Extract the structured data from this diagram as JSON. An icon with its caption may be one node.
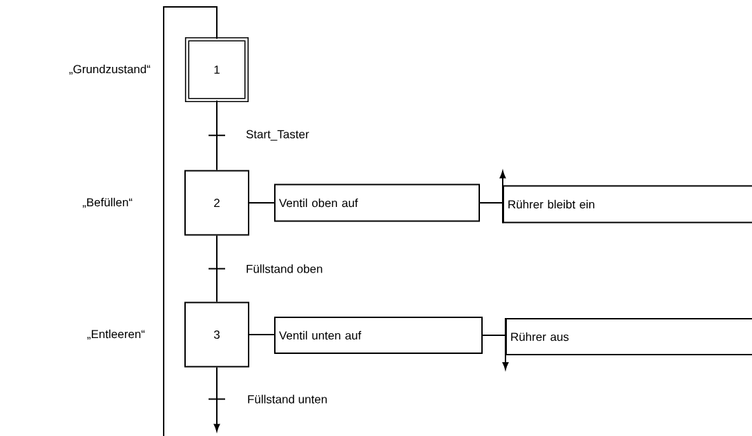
{
  "diagram": {
    "nodes": [
      {
        "text": [
          "1"
        ]
      },
      {
        "text": [
          "2"
        ]
      },
      {
        "text": [
          "3"
        ]
      },
      {
        "text": [
          "Ventil oben auf"
        ]
      },
      {
        "text": [
          "Rührer bleibt ein"
        ]
      },
      {
        "text": [
          "Ventil unten auf"
        ]
      },
      {
        "text": [
          "Rührer aus"
        ]
      }
    ],
    "edges": [
      {
        "from": 0,
        "to": 1,
        "arrow": "none",
        "label": "Start_Taster"
      },
      {
        "from": 1,
        "to": 2,
        "arrow": "none",
        "label": "Füllstand oben"
      },
      {
        "from": 2,
        "to": null,
        "arrow": "to",
        "label": "Füllstand unten"
      },
      {
        "from": null,
        "to": 0,
        "arrow": "none"
      },
      {
        "from": 1,
        "to": 3,
        "arrow": "none"
      },
      {
        "from": 3,
        "to": 4,
        "arrow": "none"
      },
      {
        "from": 2,
        "to": 5,
        "arrow": "none"
      },
      {
        "from": 5,
        "to": 6,
        "arrow": "none"
      }
    ],
    "labels": [
      "„Grundzustand“",
      "„Befüllen“",
      "„Entleeren“"
    ]
  }
}
